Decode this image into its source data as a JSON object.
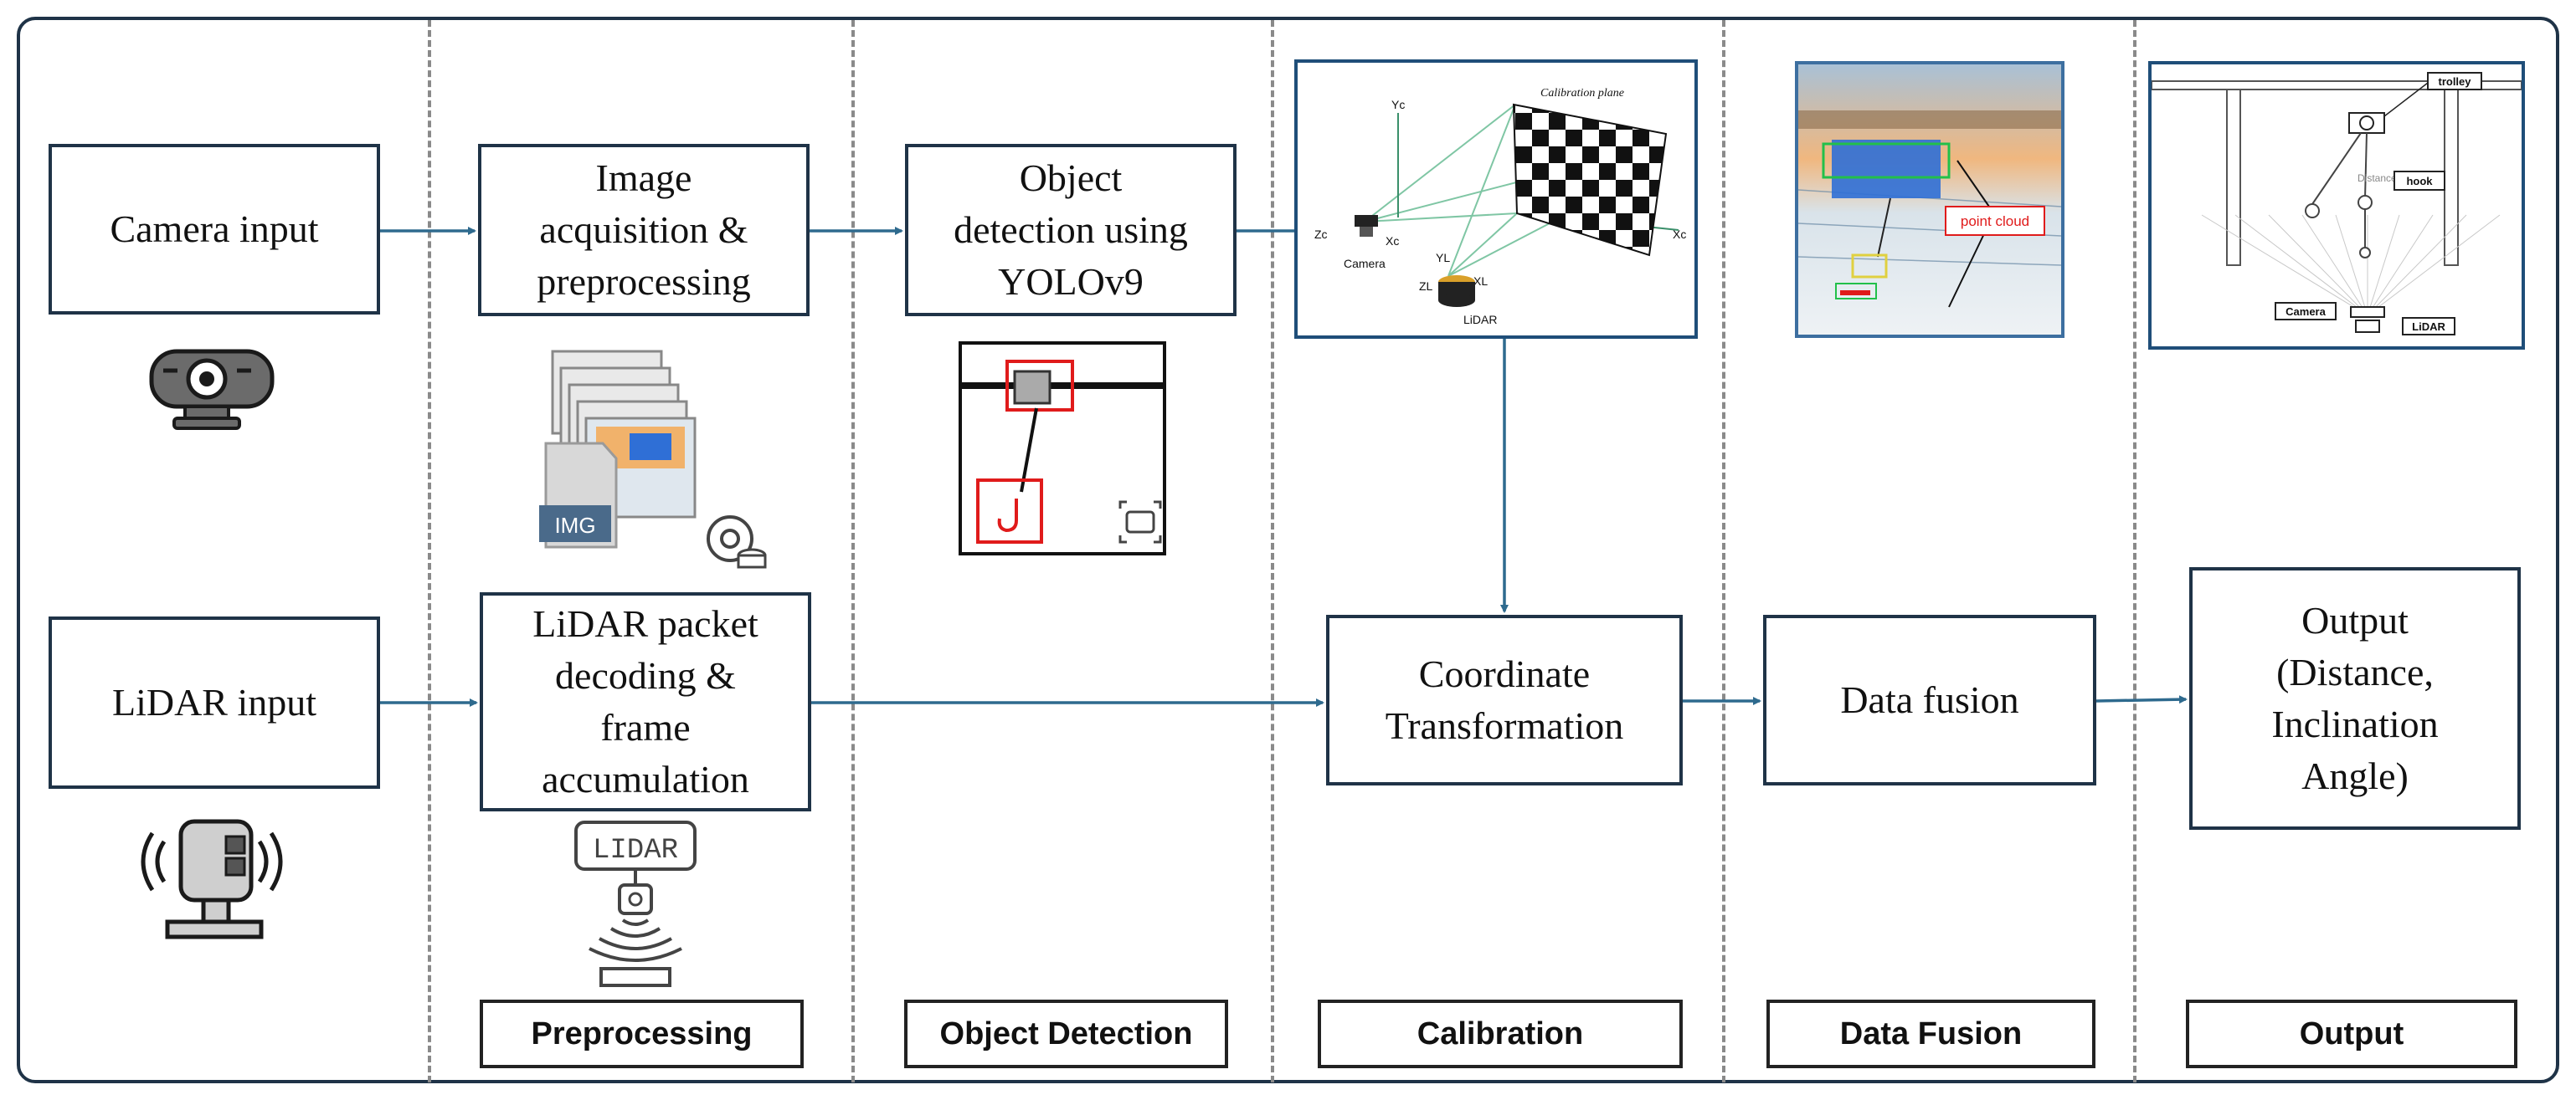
{
  "colors": {
    "arrow": "#2e6a8e",
    "box_border": "#1f3347",
    "divider": "#8a8a8a",
    "thumbnail_border": "#1f4e79",
    "detection_box": "#e01b1b"
  },
  "boxes": {
    "camera_input": "Camera input",
    "lidar_input": "LiDAR input",
    "image_acquisition": "Image\nacquisition &\npreprocessing",
    "lidar_decoding": "LiDAR packet\ndecoding &\nframe\naccumulation",
    "object_detection": "Object\ndetection using\nYOLOv9",
    "coordinate_transformation": "Coordinate\nTransformation",
    "data_fusion": "Data fusion",
    "output": "Output\n(Distance,\nInclination\nAngle)"
  },
  "stages": {
    "preprocessing": "Preprocessing",
    "object_detection": "Object Detection",
    "calibration": "Calibration",
    "data_fusion": "Data Fusion",
    "output": "Output"
  },
  "icons": {
    "img_badge": "IMG",
    "lidar_sensor_label": "LIDAR"
  },
  "calibration_image": {
    "plane_label": "Calibration plane",
    "camera_label": "Camera",
    "lidar_label": "LiDAR",
    "axis_yc": "Yc",
    "axis_zc": "Zc",
    "axis_xc_camera": "Xc",
    "axis_xc_plane": "Xc",
    "axis_yl": "YL",
    "axis_zl": "ZL",
    "axis_xl": "XL"
  },
  "fusion_image": {
    "point_cloud_label": "point cloud"
  },
  "output_image": {
    "trolley_label": "trolley",
    "distance_label": "Distance?",
    "hook_label": "hook",
    "camera_label": "Camera",
    "lidar_label": "LiDAR"
  }
}
